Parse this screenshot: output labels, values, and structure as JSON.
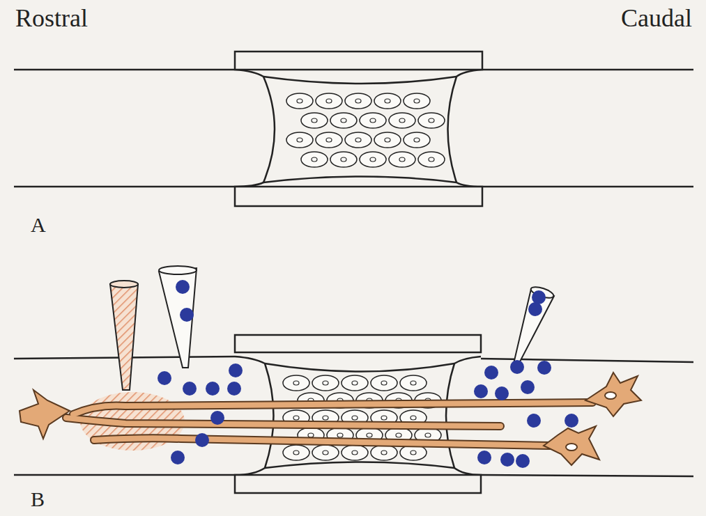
{
  "diagram": {
    "labels": [
      "Rostral",
      "Caudal",
      "A",
      "B"
    ]
  }
}
